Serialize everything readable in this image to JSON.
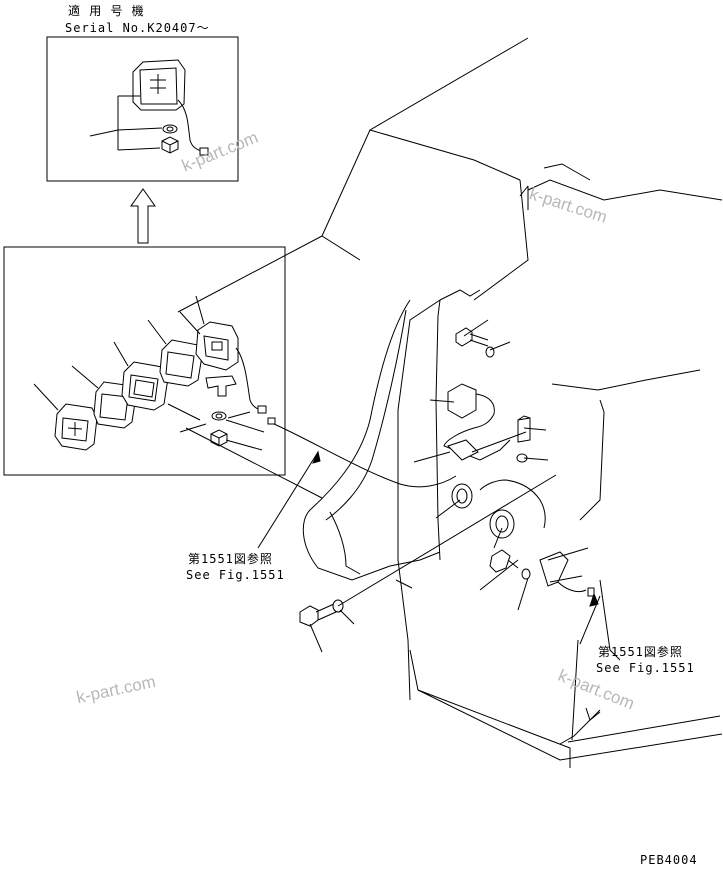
{
  "inset": {
    "title_jp": "適 用 号 機",
    "serial": "Serial No.K20407～"
  },
  "references": [
    {
      "jp": "第1551図参照",
      "en": "See Fig.1551"
    },
    {
      "jp": "第1551図参照",
      "en": "See Fig.1551"
    }
  ],
  "drawing_code": "PEB4004",
  "watermarks": [
    "k-part.com",
    "k-part.com",
    "k-part.com",
    "k-part.com"
  ]
}
